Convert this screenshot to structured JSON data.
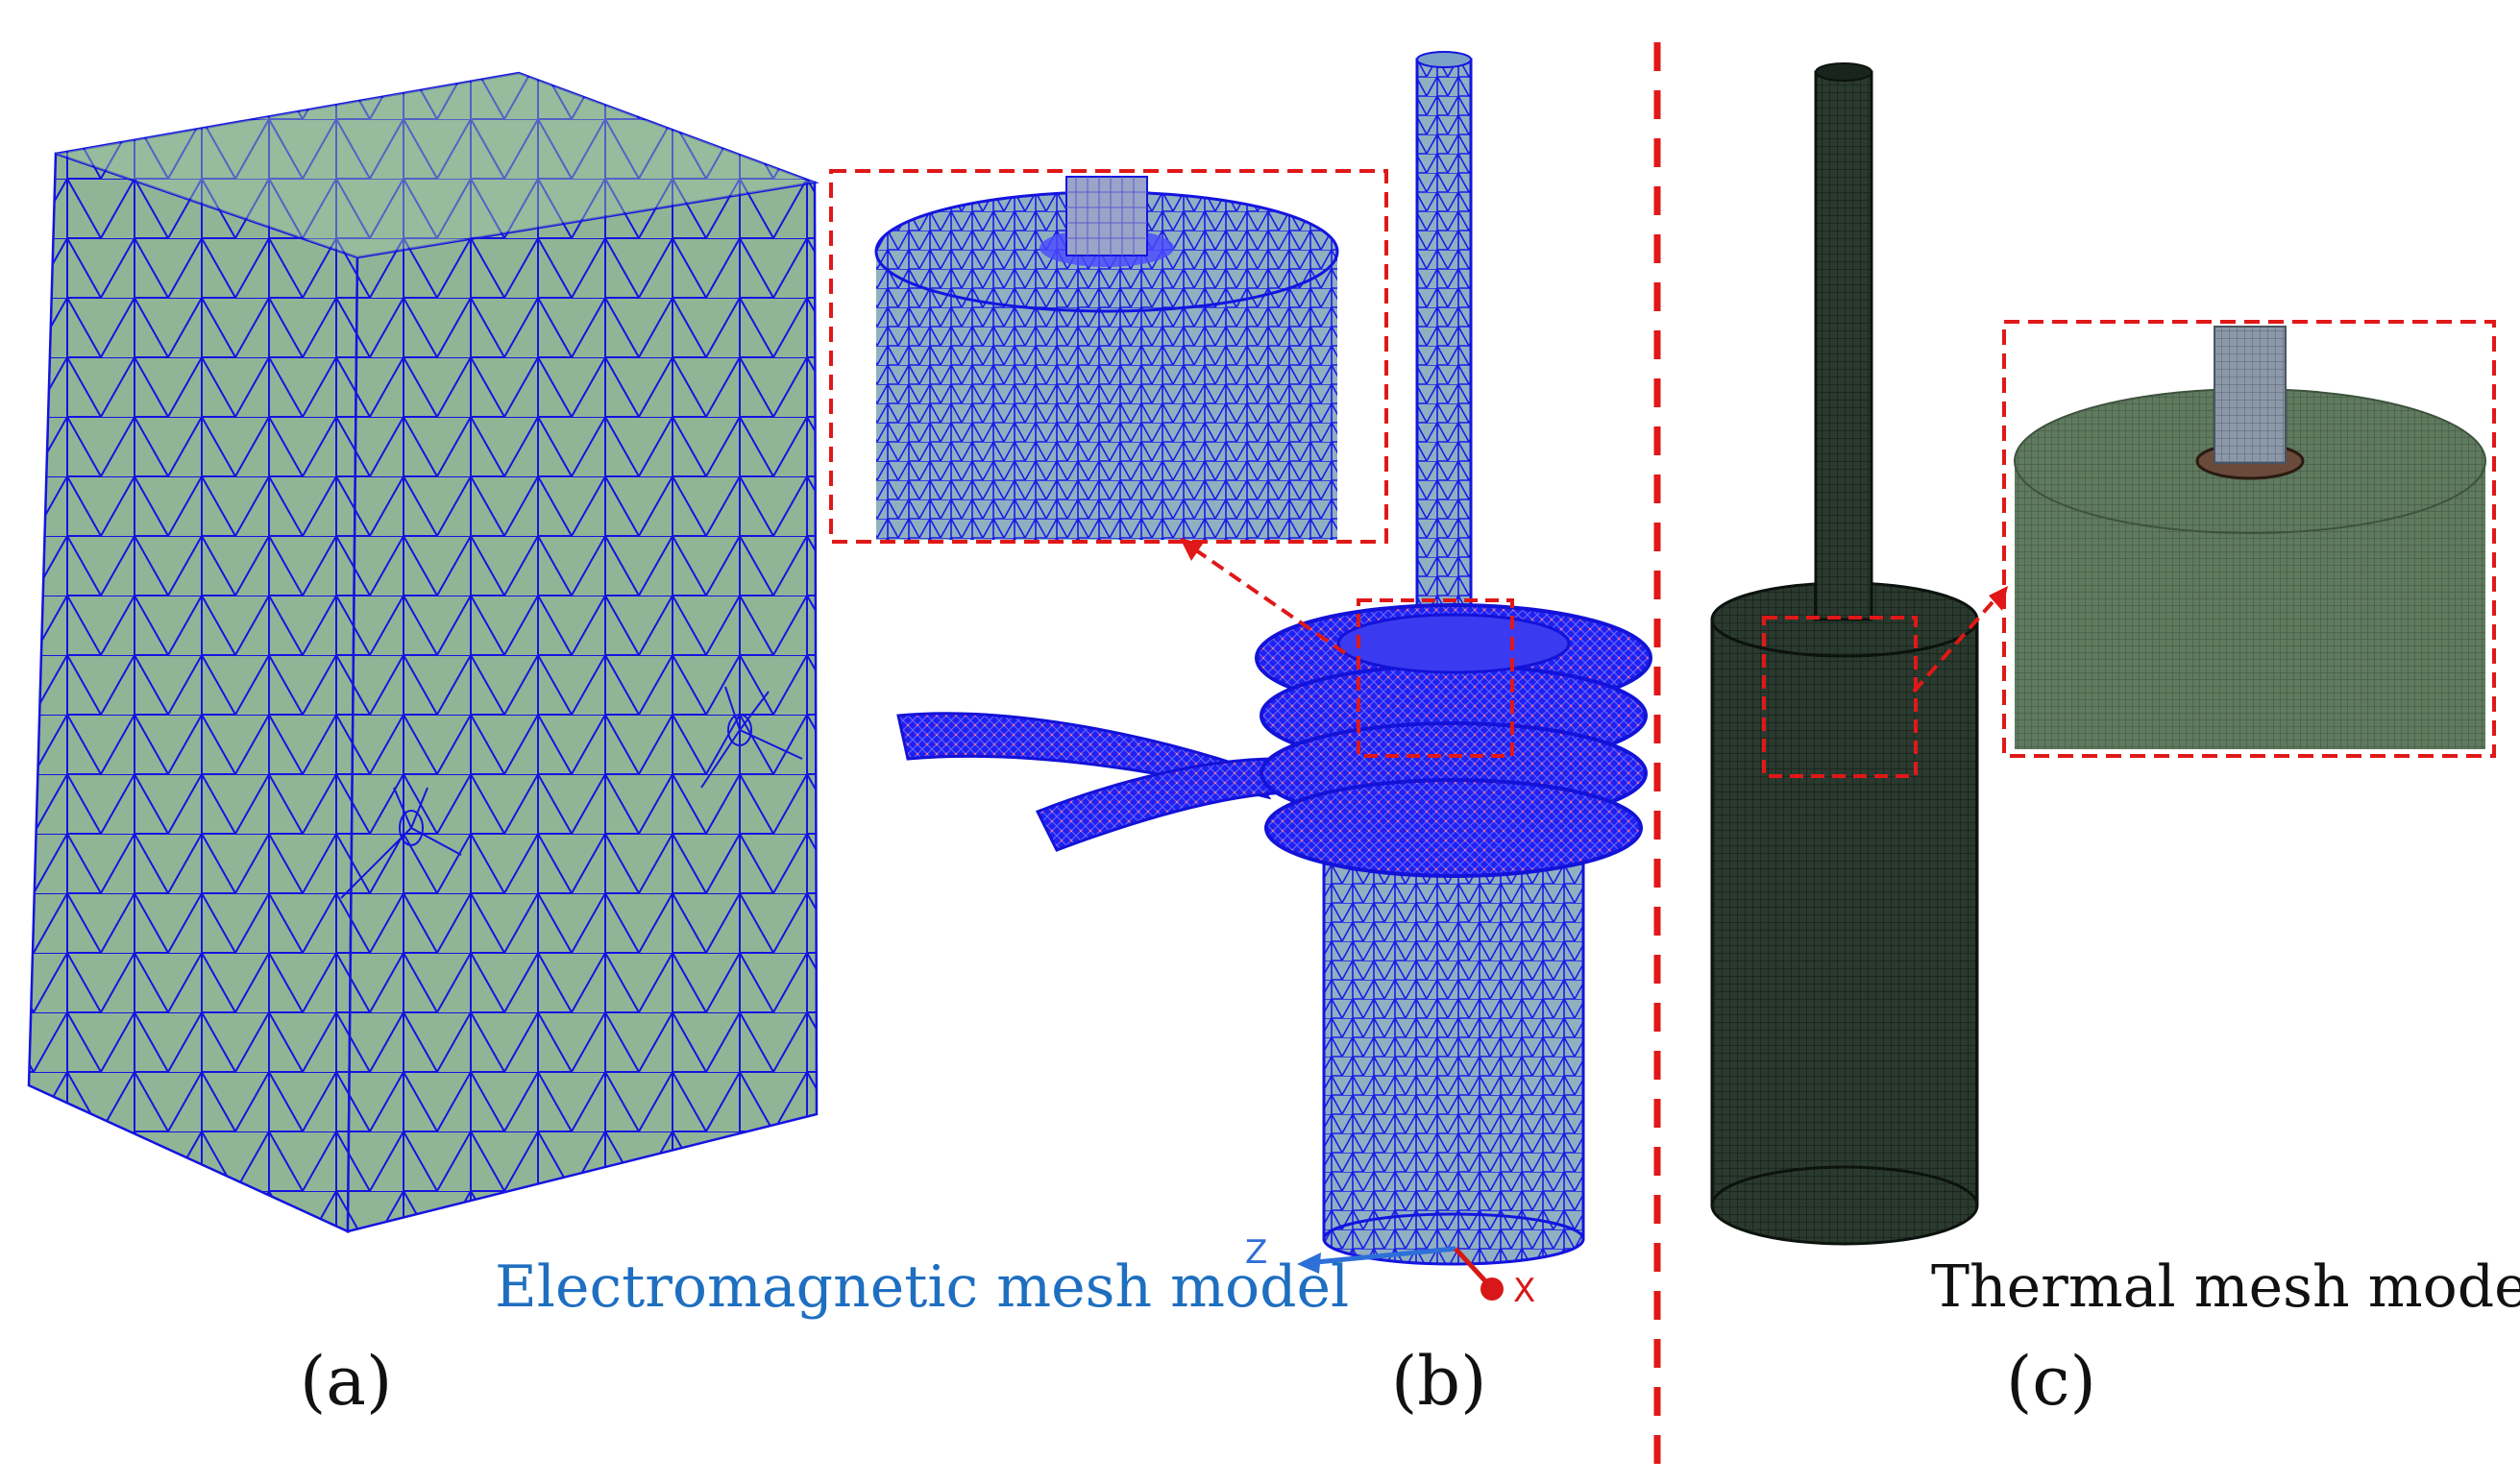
{
  "captions": {
    "electromagnetic": "Electromagnetic mesh model",
    "thermal": "Thermal mesh model"
  },
  "panels": {
    "a": "(a)",
    "b": "(b)",
    "c": "(c)"
  },
  "axes": {
    "z": "Z",
    "x": "X"
  },
  "colors": {
    "mesh_face": "#8fb596",
    "mesh_line": "#1414e0",
    "highlight_box": "#e01818",
    "thermal_body": "#1e2a22",
    "em_caption": "#1f6fc0"
  }
}
